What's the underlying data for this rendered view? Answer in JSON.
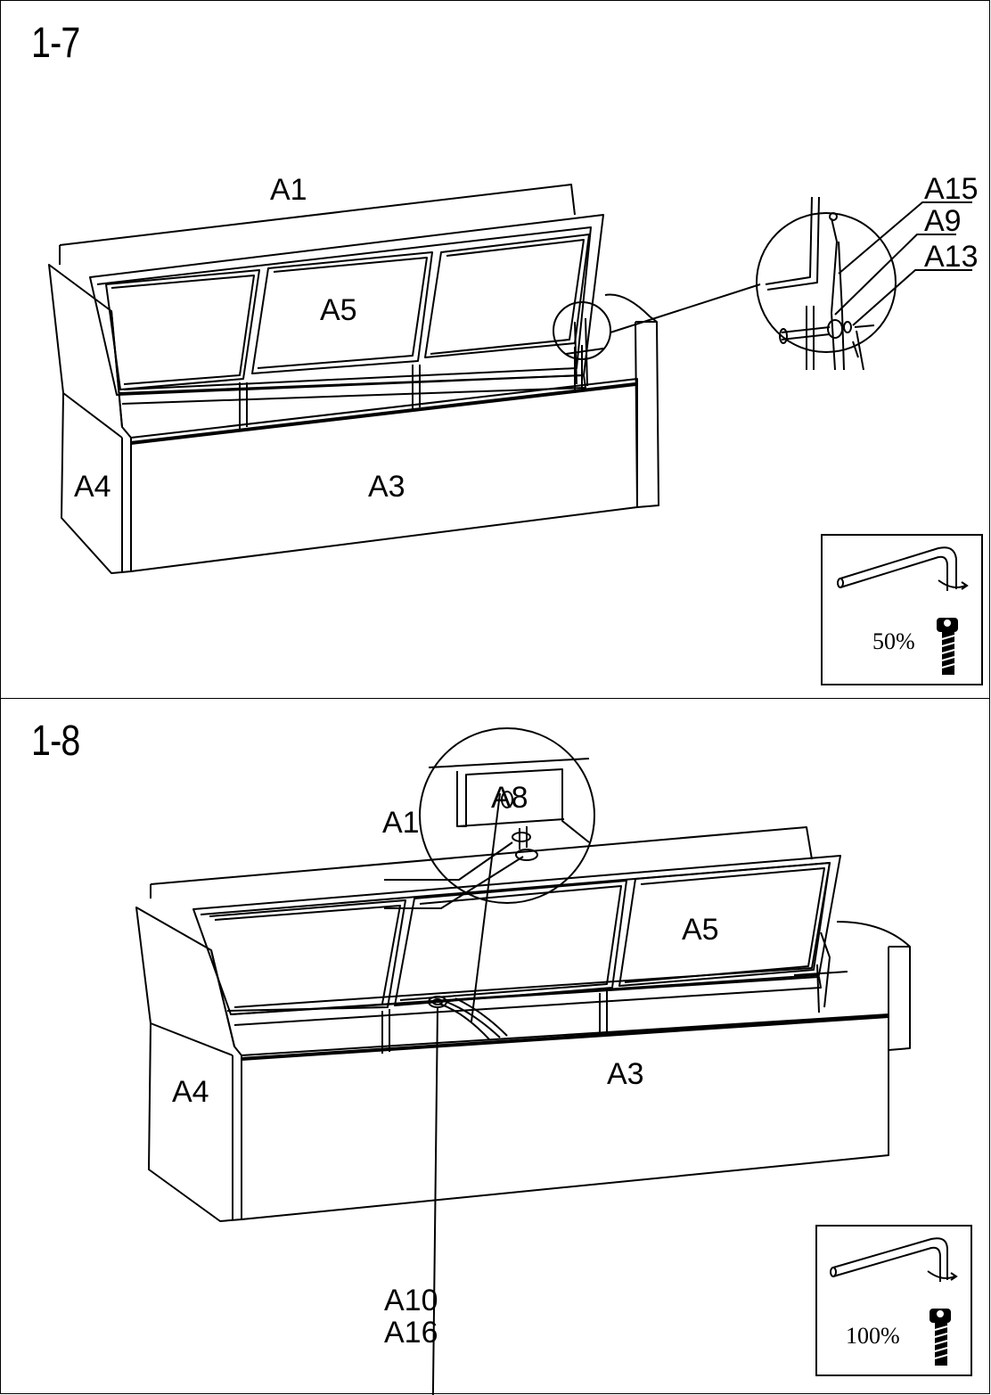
{
  "steps": [
    {
      "number": "1-7",
      "labels": {
        "top": "A1",
        "lid": "A5",
        "front": "A3",
        "side": "A4"
      },
      "callouts": [
        "A15",
        "A9",
        "A13"
      ],
      "tool": {
        "icon": "hex-key-icon",
        "bolt_icon": "bolt-icon",
        "tighten": "50%"
      }
    },
    {
      "number": "1-8",
      "labels": {
        "top": "A1",
        "strap": "A8",
        "lid": "A5",
        "front": "A3",
        "side": "A4"
      },
      "callouts": [
        "A10",
        "A16"
      ],
      "tool": {
        "icon": "hex-key-icon",
        "bolt_icon": "bolt-icon",
        "tighten": "100%"
      }
    }
  ]
}
